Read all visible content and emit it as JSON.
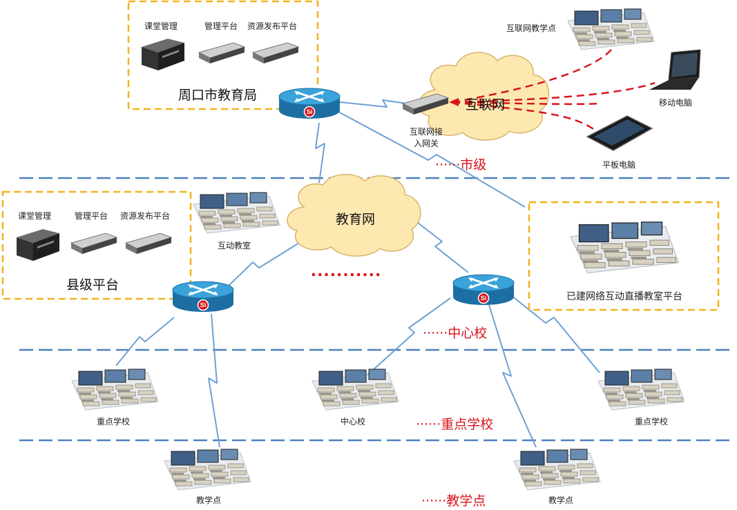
{
  "city_bureau": {
    "title": "周口市教育局",
    "servers": [
      "课堂管理",
      "管理平台",
      "资源发布平台"
    ]
  },
  "county_platform": {
    "title": "县级平台",
    "servers": [
      "课堂管理",
      "管理平台",
      "资源发布平台"
    ],
    "classroom_label": "互动教室"
  },
  "internet": {
    "cloud_label": "互联网",
    "gateway_label_line1": "互联网接",
    "gateway_label_line2": "入网关",
    "endpoints": {
      "teaching_point": "互联网教学点",
      "laptop": "移动电脑",
      "tablet": "平板电脑"
    }
  },
  "edu_network": {
    "cloud_label": "教育网"
  },
  "existing_platform": {
    "title": "已建网络互动直播教室平台"
  },
  "tiers": {
    "city": "······市级",
    "center_school": "······中心校",
    "key_school": "······重点学校",
    "teaching_point": "······教学点"
  },
  "router_badge": "Si",
  "nodes": {
    "key_school_left": "重点学校",
    "center_school": "中心校",
    "key_school_right": "重点学校",
    "teaching_point_left": "教学点",
    "teaching_point_right": "教学点"
  },
  "ellipsis": "···········",
  "colors": {
    "box_border": "#f2b21c",
    "tier_line": "#4f7fc0",
    "link": "#6ea0d4",
    "internet_link": "#d8141c",
    "cloud_fill": "#fde8b0",
    "router_fill": "#2b8fc8",
    "tier_text": "#d8141c"
  }
}
